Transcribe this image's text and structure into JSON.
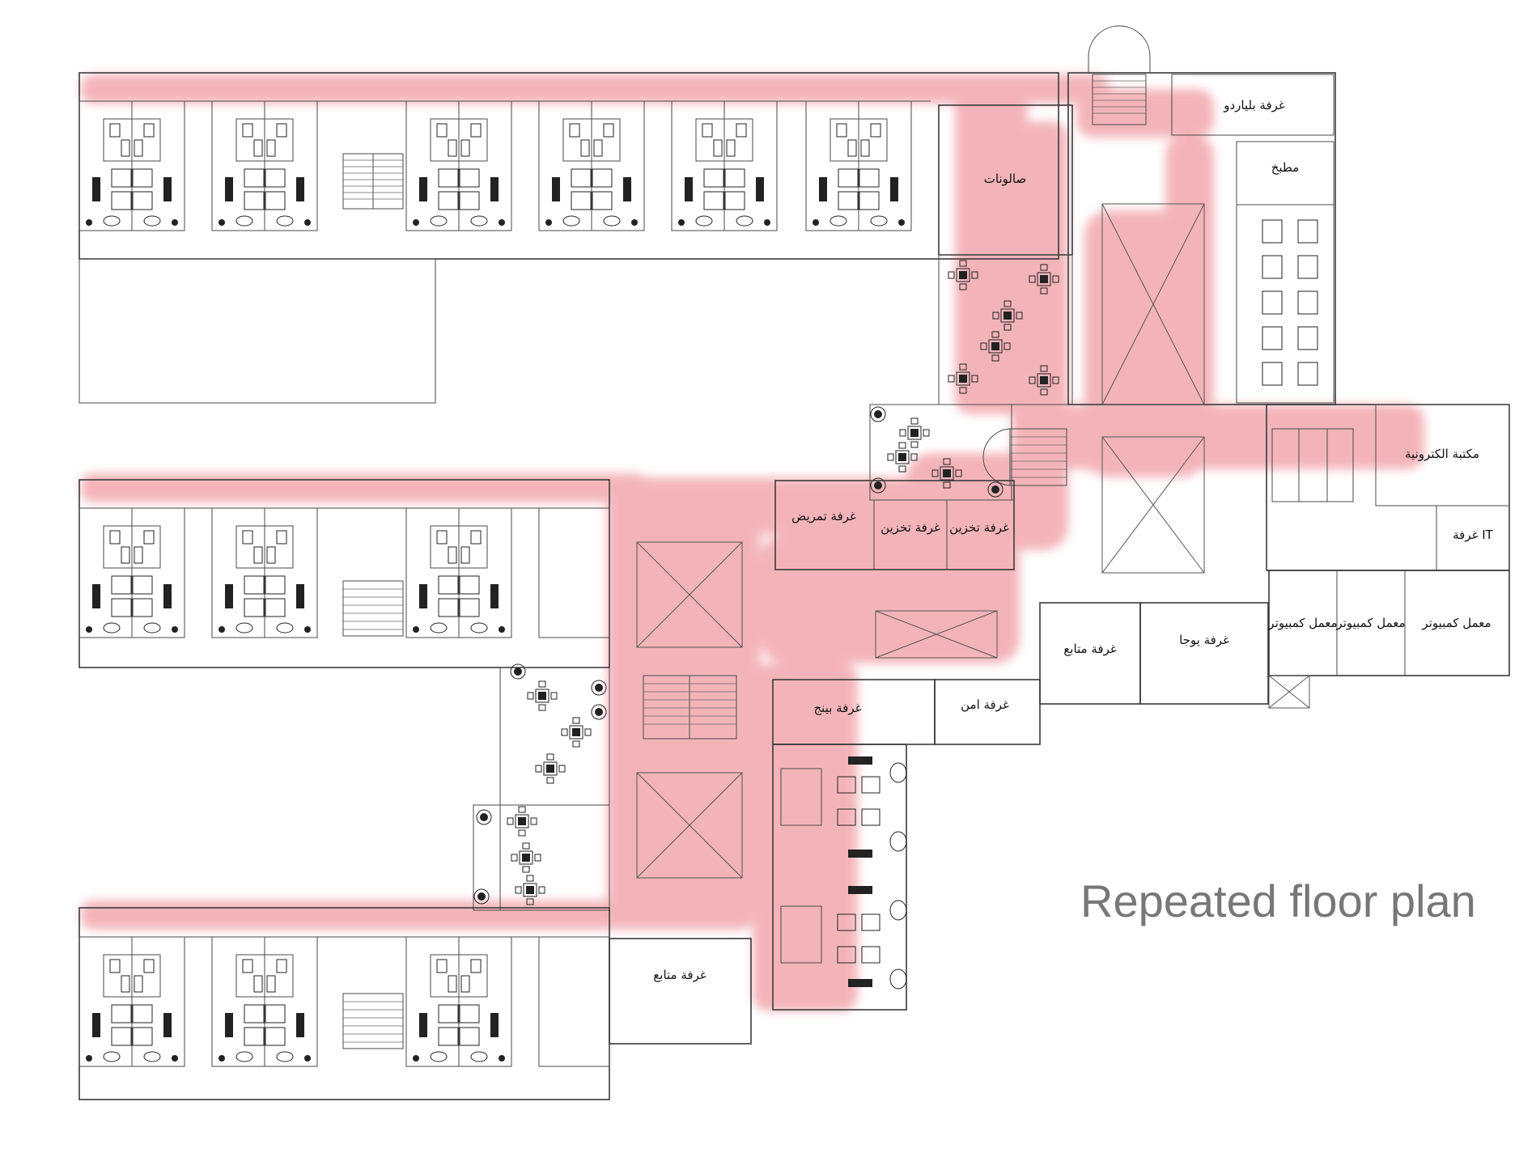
{
  "title": "Repeated floor plan",
  "colors": {
    "corridor": "#f2a7ad",
    "walls": "#3a3a3a",
    "title": "#777777"
  },
  "rooms": {
    "salons": "صالونات",
    "billiard": "غرفة بلياردو",
    "kitchen": "مطبخ",
    "elibrary": "مكتبة الكترونية",
    "it_room": "غرفة IT",
    "comp_lab_1": "معمل كمبيوتر",
    "comp_lab_2": "معمل كمبيوتر",
    "comp_lab_3": "معمل كمبيوتر",
    "nursing": "غرفة تمريض",
    "storage_1": "غرفة تخزين",
    "storage_2": "غرفة تخزين",
    "follow_up_1": "غرفة متابع",
    "yoga": "غرفة يوجا",
    "pingpong": "غرفة بينج",
    "security": "غرفة امن",
    "follow_up_2": "غرفة متابع"
  }
}
